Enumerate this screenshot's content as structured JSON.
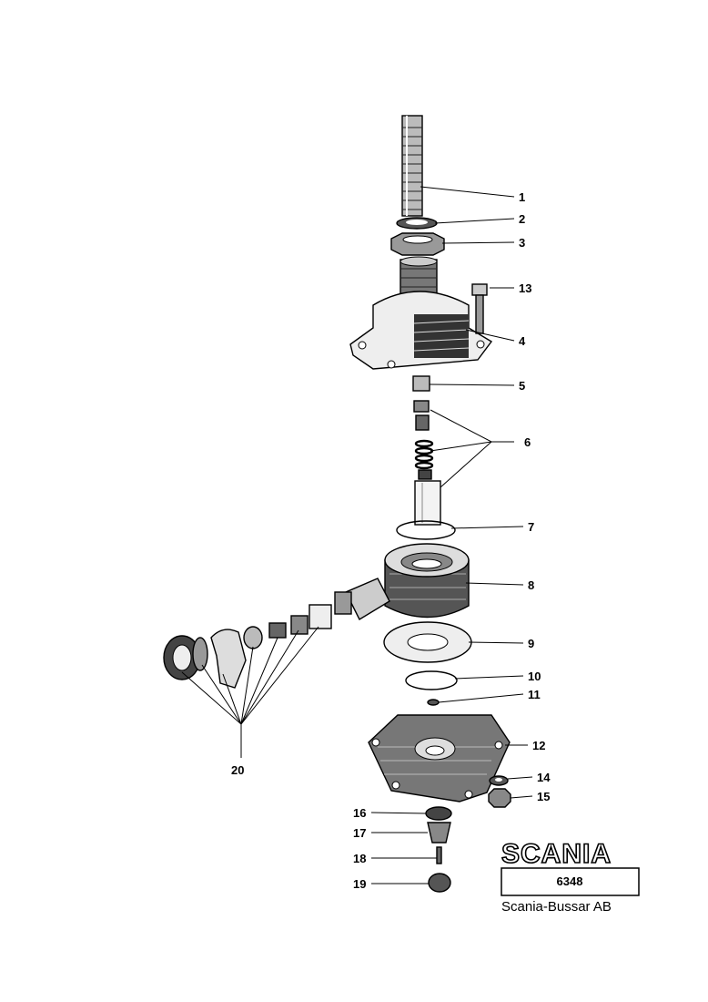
{
  "diagram": {
    "part_numbers": [
      "1",
      "2",
      "3",
      "4",
      "5",
      "6",
      "7",
      "8",
      "9",
      "10",
      "11",
      "12",
      "13",
      "14",
      "15",
      "16",
      "17",
      "18",
      "19",
      "20"
    ]
  },
  "branding": {
    "logo": "SCANIA",
    "reference": "6348",
    "company": "Scania-Bussar AB"
  }
}
